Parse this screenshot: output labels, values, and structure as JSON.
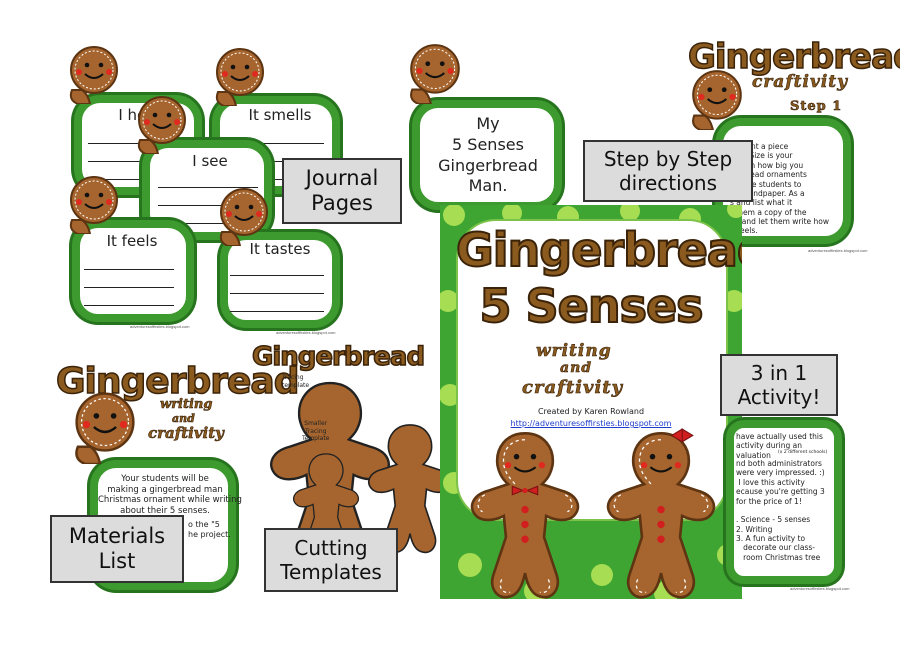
{
  "journal": {
    "cards": [
      "I hear",
      "It smells",
      "I see",
      "It feels",
      "It tastes"
    ],
    "cover": [
      "My",
      "5 Senses",
      "Gingerbread",
      "Man."
    ]
  },
  "labels": {
    "journal_pages": [
      "Journal",
      "Pages"
    ],
    "step_directions": [
      "Step by Step",
      "directions"
    ],
    "three_in_one": [
      "3 in 1",
      "Activity!"
    ],
    "materials_list": [
      "Materials",
      "List"
    ],
    "cutting_templates": [
      "Cutting",
      "Templates"
    ]
  },
  "step_card": {
    "title": "Gingerbread",
    "subtitle": "craftivity",
    "step": "Step 1",
    "text": "student a piece\nper. (Size is your\nnds on how big you\ngerbread ornaments\nuct the students to\nthe sandpaper. As a\ns and list what it\nt them a copy of the\nge and let them write how\nit feels."
  },
  "materials_card": {
    "title": "Gingerbread",
    "subtitle_1": "writing",
    "subtitle_2": "and",
    "subtitle_3": "craftivity",
    "text": "Your students will be\nmaking a gingerbread man\nChristmas ornament while writing\nabout their 5 senses.",
    "partial_1": "o the \"5",
    "partial_2": "he project."
  },
  "templates_card": {
    "title": "Gingerbread",
    "tracing": "Tracing\ntemplate",
    "smaller": "Smaller\nTracing\nTemplate"
  },
  "cover_page": {
    "title_1": "Gingerbread",
    "title_2": "5 Senses",
    "subtitle_1": "writing",
    "subtitle_2": "and",
    "subtitle_3": "craftivity",
    "credit": "Created by Karen Rowland",
    "url": "http://adventuresoffirsties.blogspot.com"
  },
  "activity_card": {
    "text": "have actually used this\nactivity during an\nvaluation",
    "note": "(x 2 different schools)",
    "text_2": "nd both administrators\nwere very impressed. :)\n I love this activity\necause you're getting 3\nfor the price of 1!\n\n. Science - 5 senses\n2. Writing\n3. A fun activity to\n   decorate our class-\n   room Christmas tree"
  },
  "footer_blog": "adventuresoffirsties.blogspot.com",
  "colors": {
    "green": "#3d9a2e",
    "dark_green": "#27741e",
    "cookie": "#a6652e",
    "cookie_dark": "#6b3e17",
    "cheek": "#e02a1f",
    "bow": "#d11f1f"
  }
}
